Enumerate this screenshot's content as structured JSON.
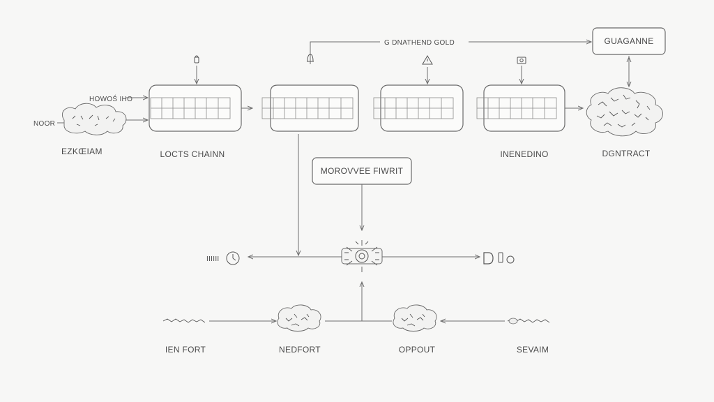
{
  "labels": {
    "top_line": "G DNATHEND GOLD",
    "top_right_box": "GUAGANNE",
    "left_top": "HOWOŚ IHO",
    "left_mid": "NOOR",
    "left_bottom": "EZKŒIAM",
    "chain1": "LOCTS CHAINN",
    "chain4": "INENEDINO",
    "right_cluster": "DGNTRACT",
    "center_box": "MOROVVEE FIWRIT",
    "hub_left": "IIIIII",
    "bottom1": "IEN FORT",
    "bottom2": "NEDFORT",
    "bottom3": "OPPOUT",
    "bottom4": "SEVAIM"
  },
  "icons": {
    "chain1_top": "lock-icon",
    "chain2_top": "bell-icon",
    "chain3_top": "warning-icon",
    "chain4_top": "camera-icon",
    "hub": "gear-icon",
    "hub_left": "clock-icon",
    "hub_right": "device-icon"
  },
  "colors": {
    "stroke": "#6e6e6e",
    "background": "#f7f7f6"
  }
}
